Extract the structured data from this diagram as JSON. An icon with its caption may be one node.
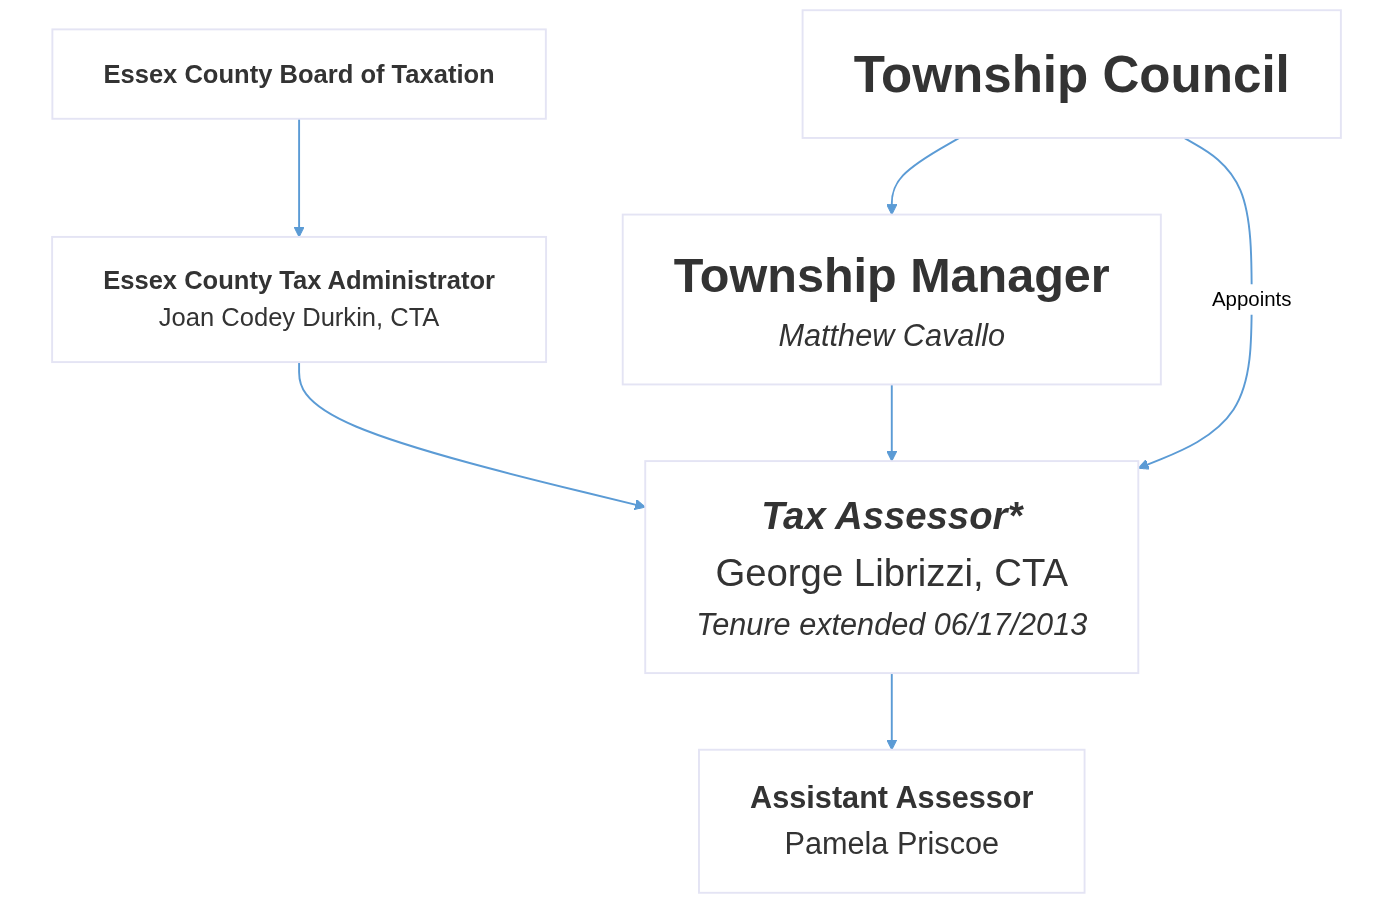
{
  "diagram": {
    "nodes": [
      {
        "text": [
          "Essex County Board of Taxation"
        ]
      },
      {
        "text": [
          "Essex County Tax Administrator",
          "Joan Codey Durkin, CTA"
        ]
      },
      {
        "text": [
          "Township Manager",
          "Matthew Cavallo"
        ]
      },
      {
        "text": [
          "Township Council"
        ]
      },
      {
        "text": [
          "Tax Assessor*",
          "George Librizzi, CTA",
          "Tenure extended 06/17/2013"
        ]
      },
      {
        "text": [
          "Assistant Assessor",
          "Pamela Priscoe"
        ]
      }
    ],
    "edges": [
      {
        "from": 0,
        "to": 1,
        "arrow": "to"
      },
      {
        "from": 3,
        "to": 2,
        "arrow": "to"
      },
      {
        "from": 2,
        "to": 4,
        "arrow": "to"
      },
      {
        "from": 1,
        "to": 4,
        "arrow": "to"
      },
      {
        "from": 3,
        "to": 4,
        "arrow": "to",
        "label": "Appoints"
      },
      {
        "from": 4,
        "to": 5,
        "arrow": "to"
      }
    ]
  }
}
